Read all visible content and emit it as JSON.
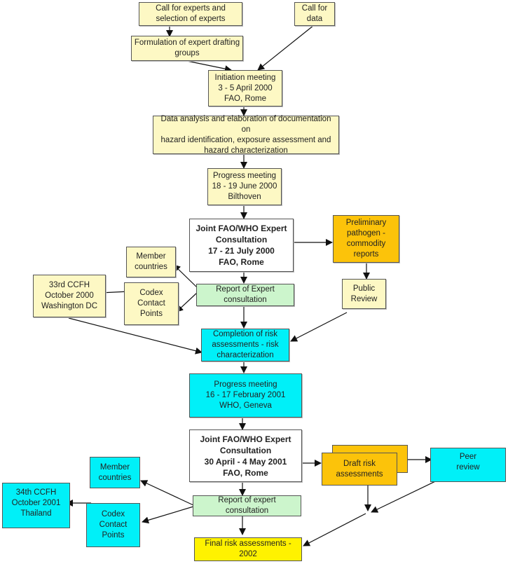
{
  "colors": {
    "cream": "#fdf8c4",
    "white": "#ffffff",
    "green": "#ccf5cc",
    "cyan": "#00f0f8",
    "orange": "#fcc30a",
    "yellow": "#fff200",
    "line": "#111111"
  },
  "nodes": {
    "call_experts": "Call for experts and\nselection of experts",
    "call_data": "Call for\ndata",
    "formulation": "Formulation of expert drafting\ngroups",
    "initiation": "Initiation meeting\n3 - 5 April 2000\nFAO, Rome",
    "data_analysis": "Data analysis and elaboration of documentation on\nhazard identification, exposure assessment and\nhazard characterization",
    "progress_2000": "Progress meeting\n18 - 19 June 2000\nBilthoven",
    "consultation_2000": "Joint FAO/WHO Expert\nConsultation\n17 - 21 July 2000\nFAO, Rome",
    "preliminary": "Preliminary\npathogen -\ncommodity\nreports",
    "member_2000": "Member\ncountries",
    "ccfh33": "33rd CCFH\nOctober 2000\nWashington DC",
    "codex_2000": "Codex\nContact\nPoints",
    "report_2000": "Report of Expert\nconsultation",
    "public_review": "Public\nReview",
    "completion": "Completion of risk\nassessments - risk\ncharacterization",
    "progress_2001": "Progress meeting\n16 - 17 February 2001\nWHO, Geneva",
    "consultation_2001": "Joint FAO/WHO Expert\nConsultation\n30 April - 4 May 2001\nFAO, Rome",
    "draft": "Draft risk\nassessments",
    "peer_review": "Peer\nreview",
    "member_2001": "Member\ncountries",
    "ccfh34": "34th CCFH\nOctober 2001\nThailand",
    "codex_2001": "Codex\nContact\nPoints",
    "report_2001": "Report of expert consultation",
    "final": "Final risk assessments -\n2002"
  }
}
